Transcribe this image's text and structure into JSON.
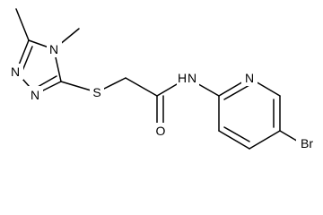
{
  "structure": {
    "atoms": {
      "N1": "N",
      "N2": "N",
      "N4": "N",
      "S": "S",
      "O": "O",
      "NH": "N",
      "H": "H",
      "Npy": "N",
      "Br": "Br"
    }
  }
}
